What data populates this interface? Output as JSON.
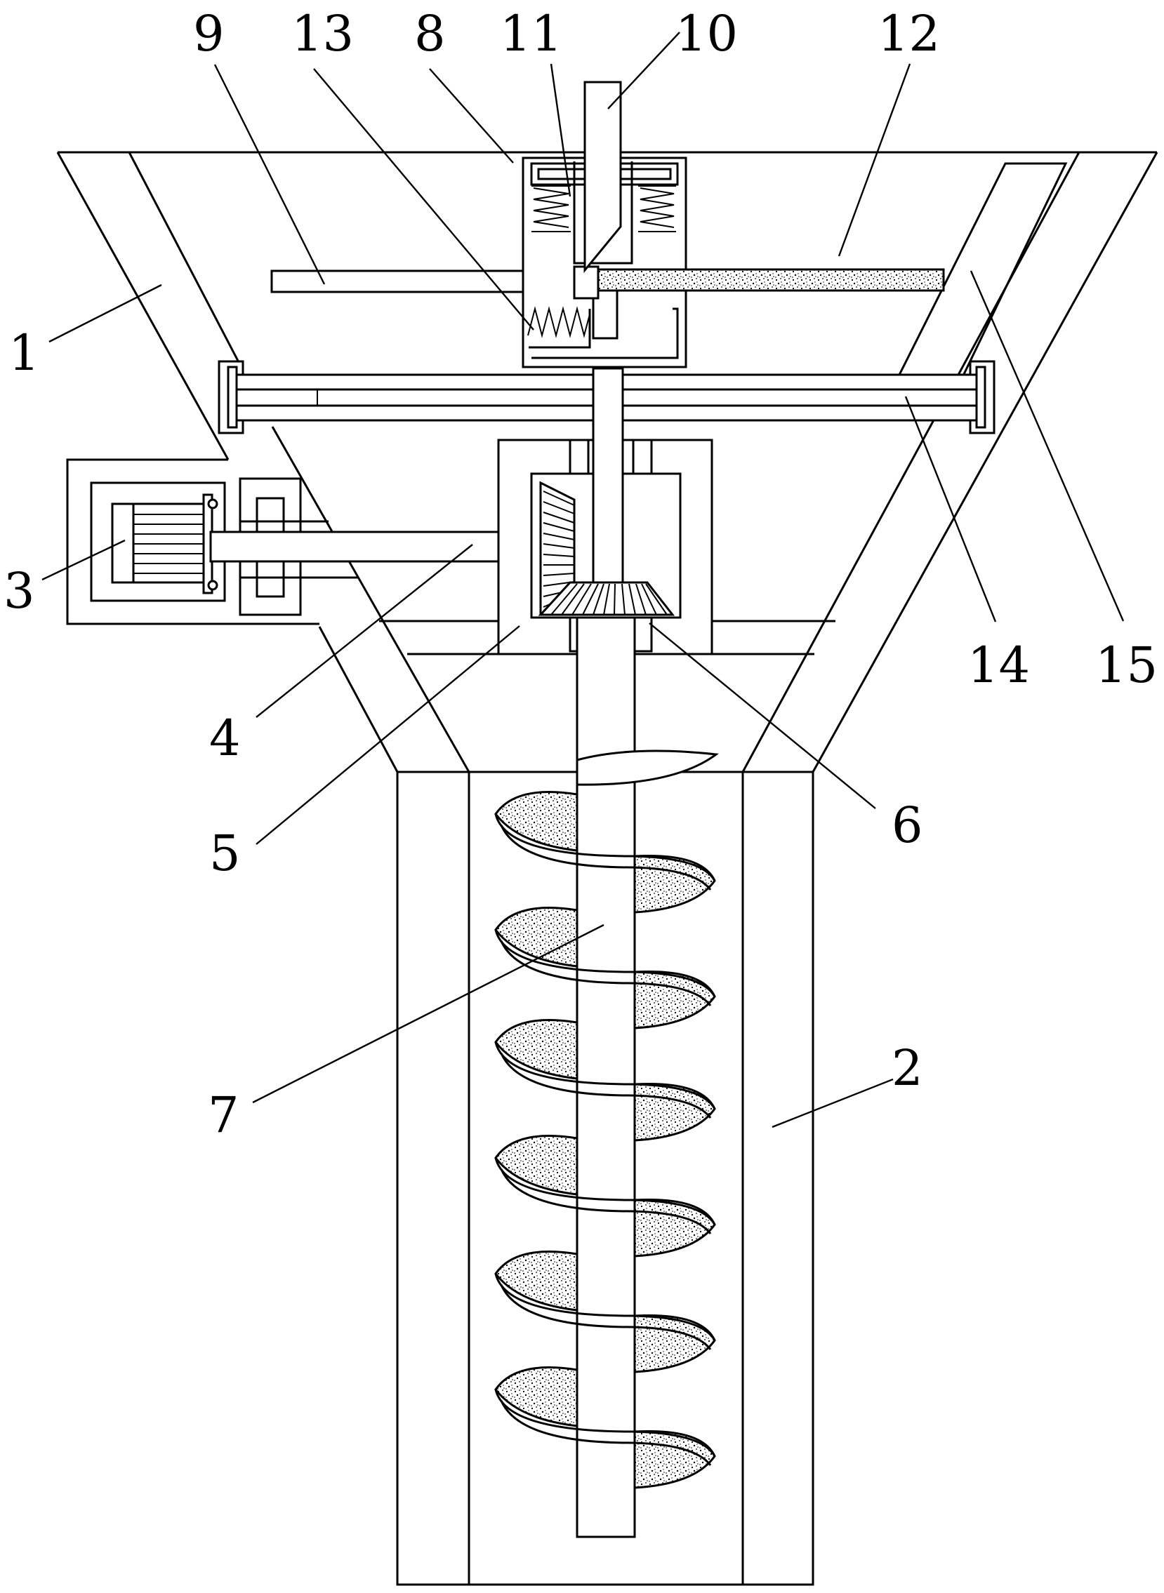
{
  "figure": {
    "callouts": [
      {
        "id": "1",
        "label": "1"
      },
      {
        "id": "2",
        "label": "2"
      },
      {
        "id": "3",
        "label": "3"
      },
      {
        "id": "4",
        "label": "4"
      },
      {
        "id": "5",
        "label": "5"
      },
      {
        "id": "6",
        "label": "6"
      },
      {
        "id": "7",
        "label": "7"
      },
      {
        "id": "8",
        "label": "8"
      },
      {
        "id": "9",
        "label": "9"
      },
      {
        "id": "10",
        "label": "10"
      },
      {
        "id": "11",
        "label": "11"
      },
      {
        "id": "12",
        "label": "12"
      },
      {
        "id": "13",
        "label": "13"
      },
      {
        "id": "14",
        "label": "14"
      },
      {
        "id": "15",
        "label": "15"
      }
    ],
    "colors": {
      "line": "#000000",
      "background": "#ffffff"
    }
  }
}
